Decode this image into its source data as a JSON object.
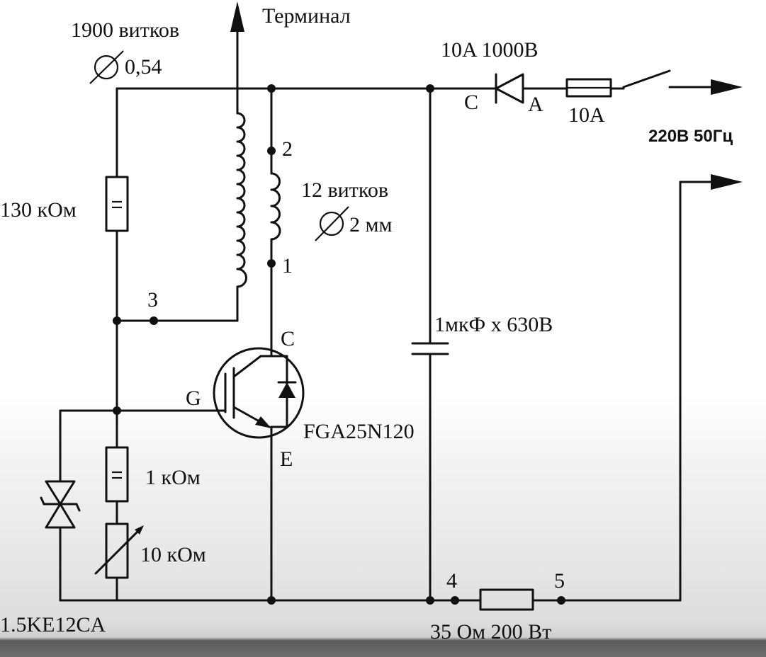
{
  "labels": {
    "terminal": "Терминал",
    "primary_turns": "1900 витков",
    "primary_diameter": "0,54",
    "diode_rating": "10A 1000B",
    "diode_cathode": "C",
    "diode_anode": "A",
    "fuse": "10A",
    "mains": "220В 50Гц",
    "resistor_130k": "130 кОм",
    "node_2": "2",
    "secondary_turns": "12 витков",
    "secondary_diameter": "2 мм",
    "node_1": "1",
    "node_3": "3",
    "igbt_c": "C",
    "igbt_g": "G",
    "igbt_e": "E",
    "igbt_model": "FGA25N120",
    "capacitor": "1мкФ х 630В",
    "resistor_1k": "1 кОм",
    "resistor_10k": "10 кОм",
    "tvs": "1.5KE12CA",
    "node_4": "4",
    "node_5": "5",
    "resistor_35": "35 Ом 200 Вт"
  }
}
